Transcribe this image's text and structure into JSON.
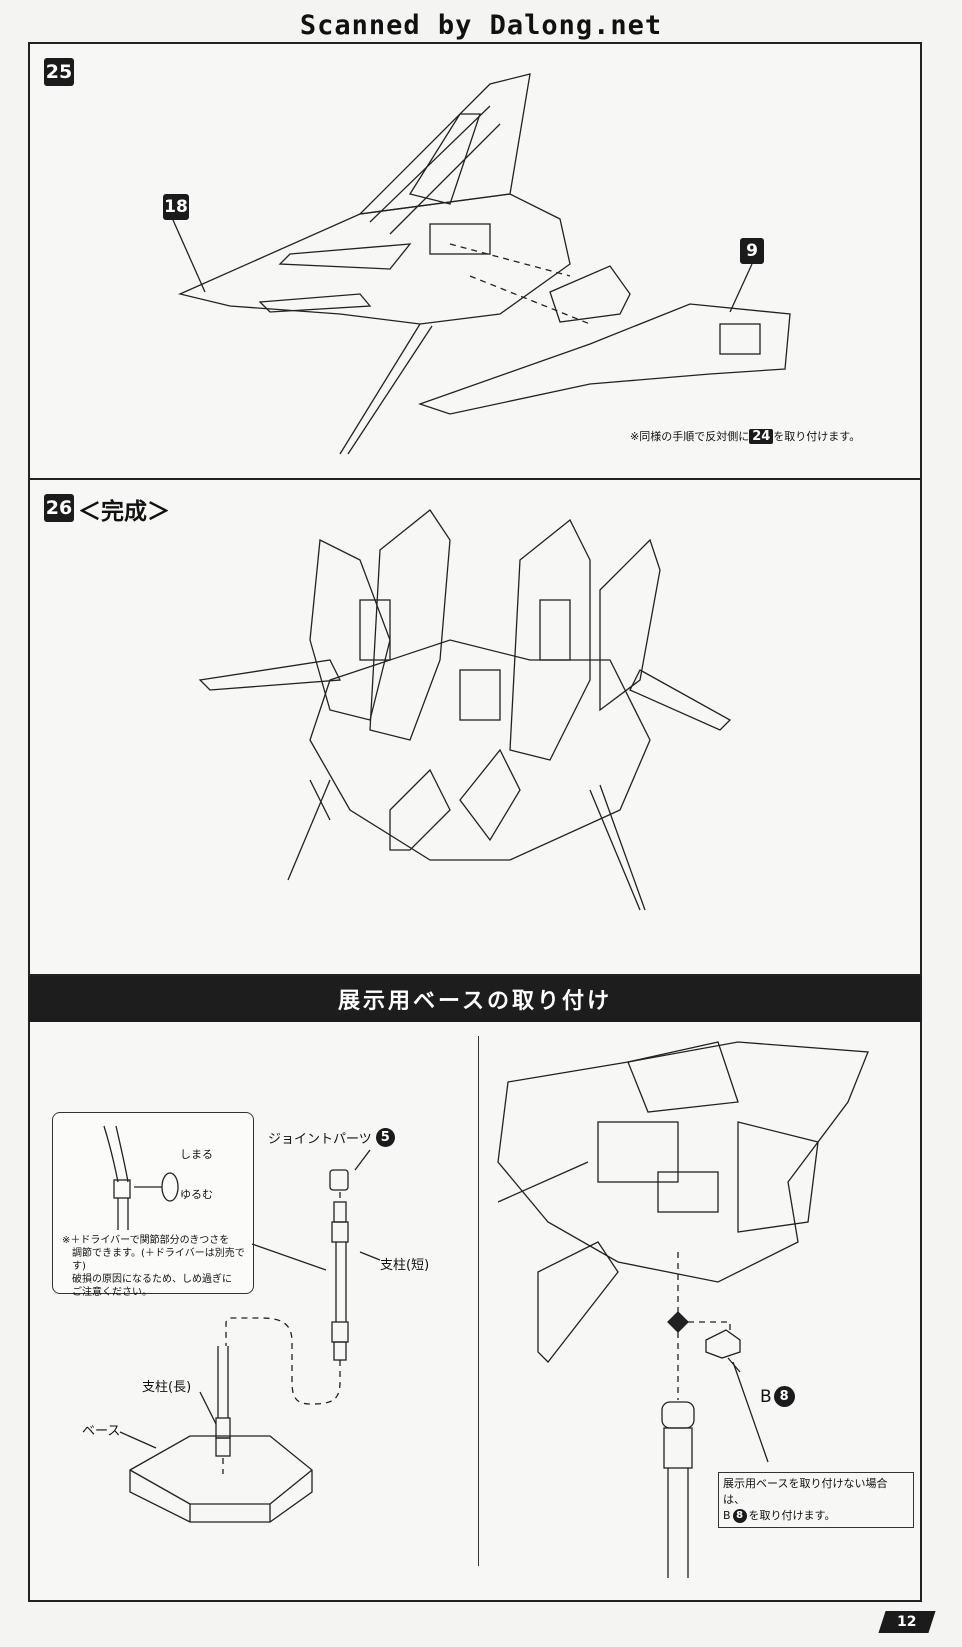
{
  "watermark": "Scanned by Dalong.net",
  "step25": {
    "number": "25",
    "callouts": [
      "18",
      "9"
    ],
    "note_prefix": "※同様の手順で反対側に",
    "note_tag": "24",
    "note_suffix": "を取り付けます。"
  },
  "step26": {
    "number": "26",
    "title": "＜完成＞"
  },
  "base_section": {
    "banner": "展示用ベースの取り付け",
    "joint_label": "ジョイントパーツ",
    "joint_num": "5",
    "tighten": "しまる",
    "loosen": "ゆるむ",
    "driver_note": [
      "※＋ドライバーで関節部分のきつさを",
      "調節できます。(＋ドライバーは別売です)",
      "破損の原因になるため、しめ過ぎに",
      "ご注意ください。"
    ],
    "short_post": "支柱(短)",
    "long_post": "支柱(長)",
    "base": "ベース",
    "part_letter": "B",
    "part_num": "8",
    "alt_note_line1": "展示用ベースを取り付けない場合は、",
    "alt_note_line2_letter": "B",
    "alt_note_line2_num": "8",
    "alt_note_line2_suffix": "を取り付けます。"
  },
  "page_number": "12"
}
